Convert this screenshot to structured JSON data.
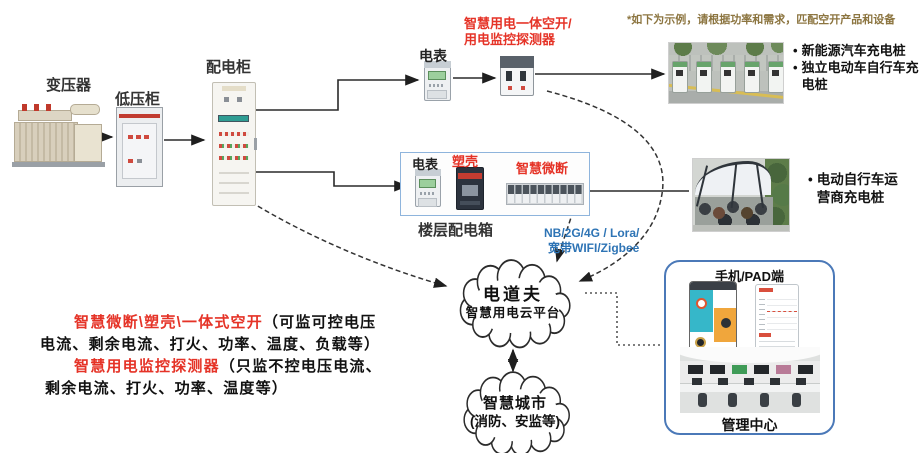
{
  "colors": {
    "accent_red": "#e53327",
    "link_blue": "#2e74b5",
    "note_olive": "#8c7540",
    "floor_box_border": "#8eb4dc",
    "pad_box_border": "#4b79b8"
  },
  "note": "*如下为示例，请根据功率和需求，匹配空开产品和设备",
  "bullet_char": "•",
  "nodes": {
    "transformer": "变压器",
    "lv_cabinet": "低压柜",
    "dist_cabinet": "配电柜",
    "meter_top": "电表",
    "smart_breaker_line1": "智慧用电一体空开/",
    "smart_breaker_line2": "用电监控探测器",
    "floor_meter": "电表",
    "mccb": "塑壳",
    "smart_micro_breaker": "智慧微断",
    "floor_box": "楼层配电箱"
  },
  "network": {
    "line1": "NB/2G/4G / Lora/",
    "line2": "宽带WIFI/Zigbee"
  },
  "clouds": {
    "platform": {
      "title": "电道夫",
      "subtitle": "智慧用电云平台"
    },
    "city": {
      "line1": "智慧城市",
      "line2": "(消防、安监等)"
    }
  },
  "right": {
    "bullets_top": [
      "新能源汽车充电桩",
      "独立电动车自行车充电桩"
    ],
    "bullet_mid": "电动自行车运营商充电桩"
  },
  "pad": {
    "title": "手机/PAD端",
    "footer": "管理中心"
  },
  "legend": {
    "l1_red": "智慧微断\\塑壳\\一体式空开",
    "l1_black": "（可监可控电压",
    "l2": "电流、剩余电流、打火、功率、温度、负载等）",
    "l3_red": "智慧用电监控探测器",
    "l3_black": "（只监不控电压电流、",
    "l4": "剩余电流、打火、功率、温度等）"
  }
}
